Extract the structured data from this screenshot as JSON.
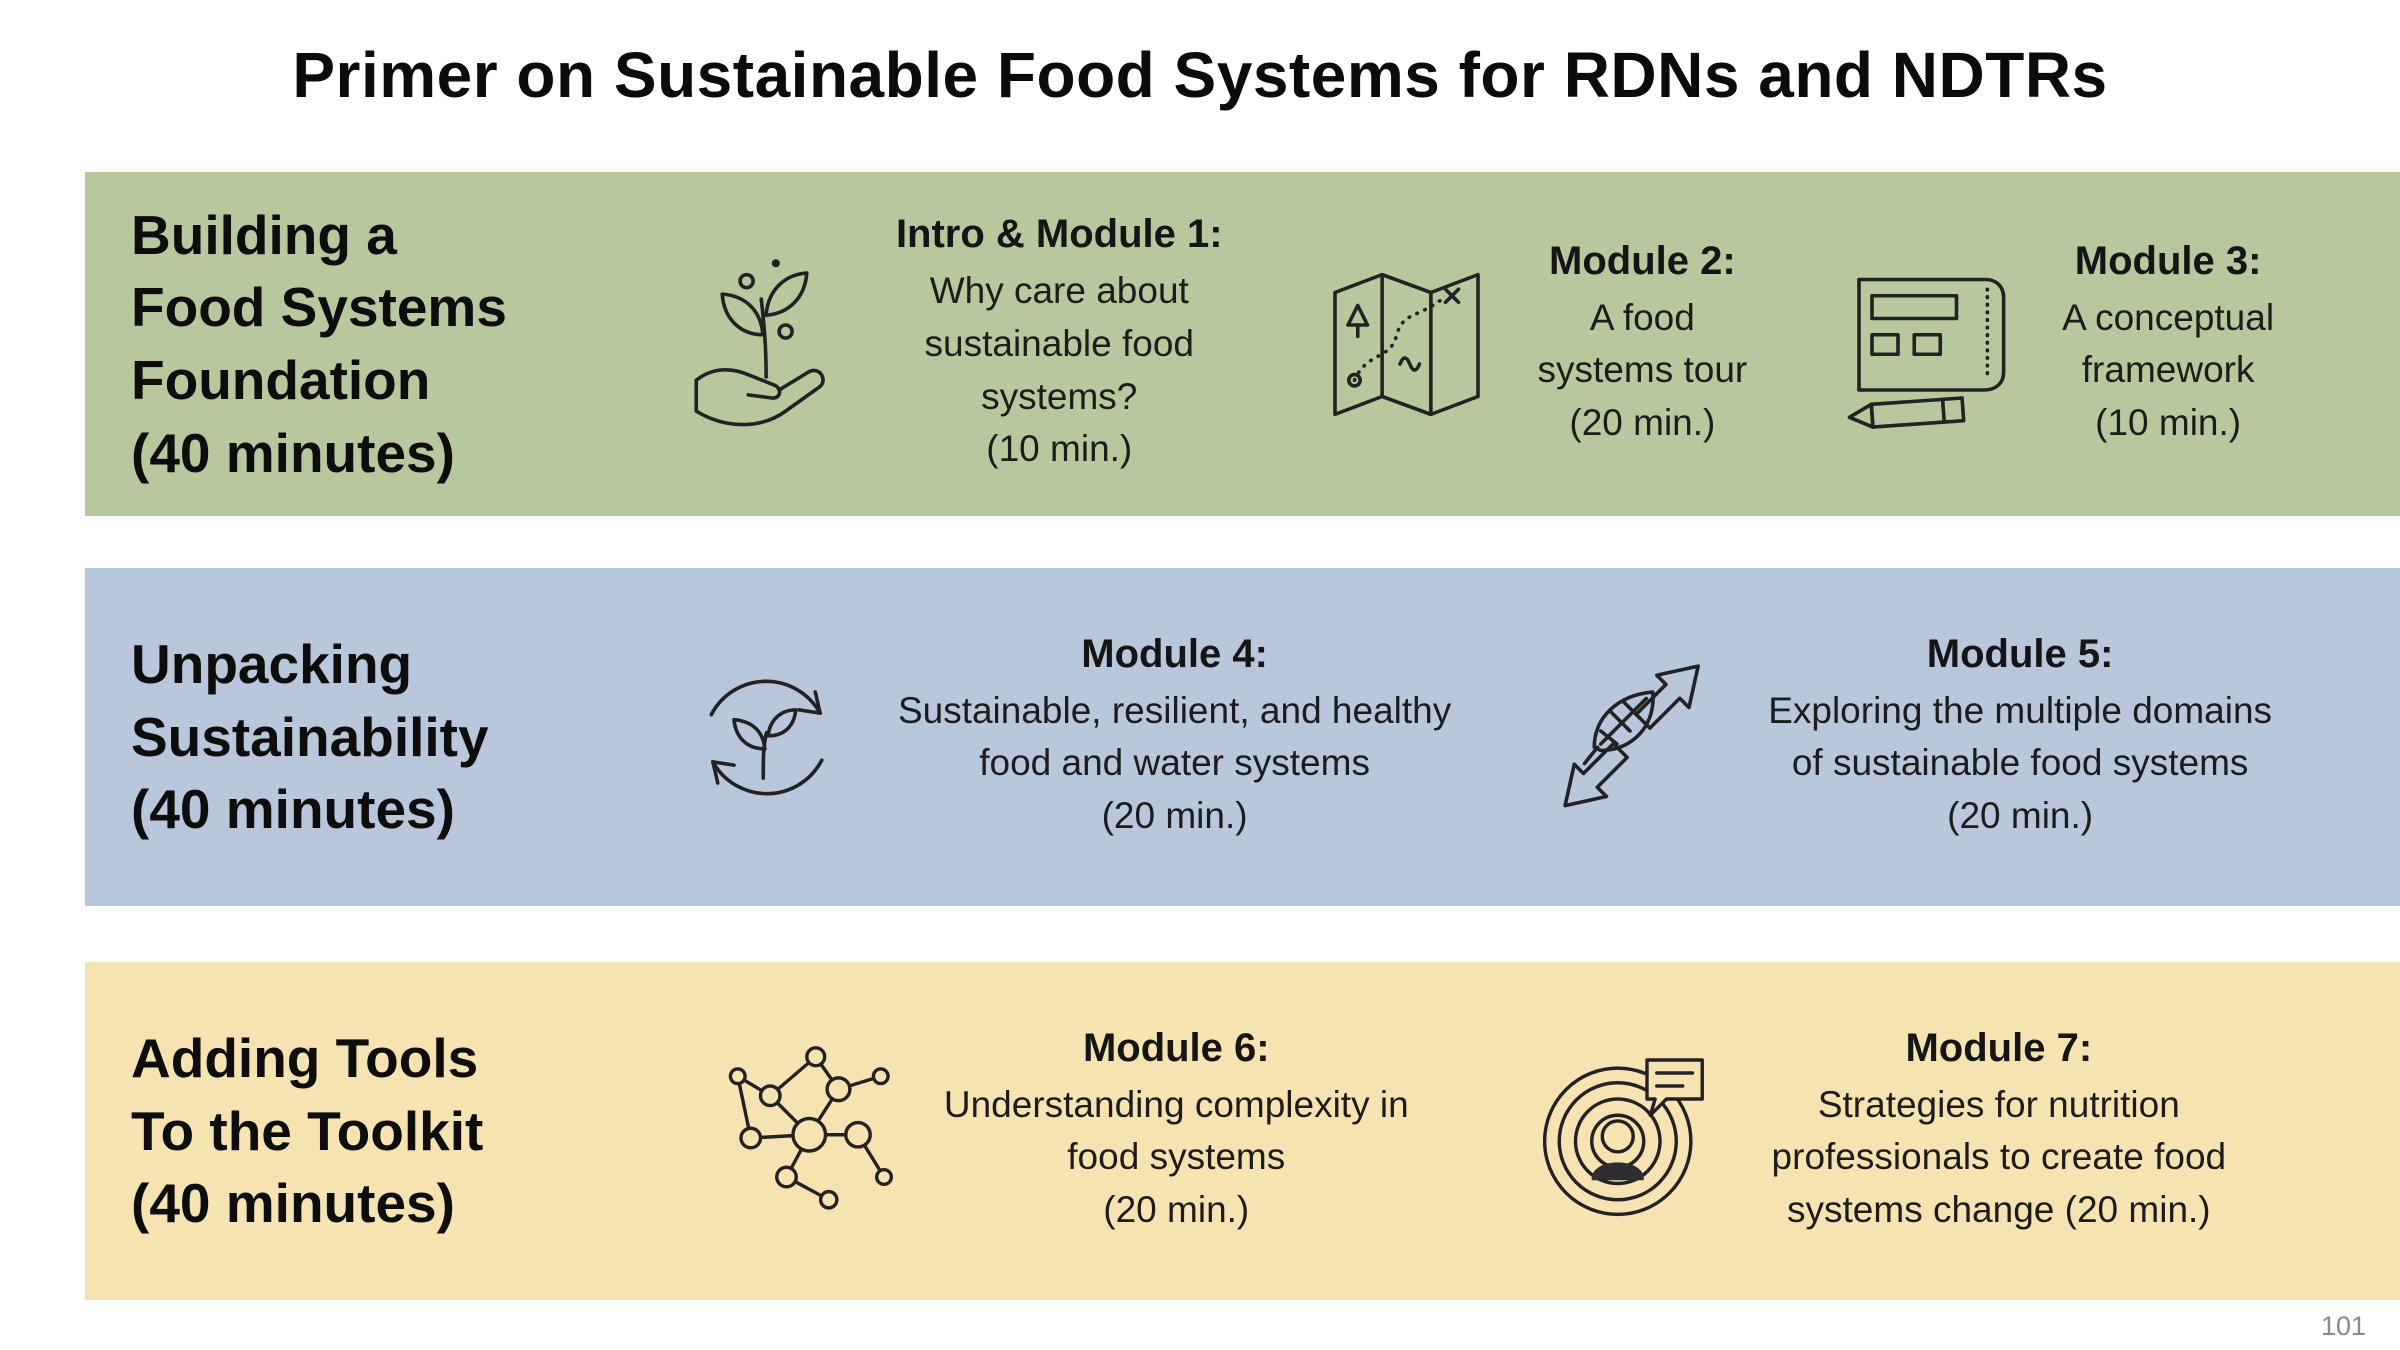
{
  "slide": {
    "title": "Primer on Sustainable Food Systems for RDNs and NDTRs",
    "page_number": "101",
    "sections": [
      {
        "title": "Building a\nFood Systems\nFoundation\n(40 minutes)",
        "bg": "#b7c89f",
        "modules": [
          {
            "icon": "hand-plant-icon",
            "heading": "Intro & Module 1:",
            "body": "Why care about\nsustainable food\nsystems?\n(10 min.)"
          },
          {
            "icon": "map-icon",
            "heading": "Module 2:",
            "body": "A food\nsystems tour\n(20 min.)"
          },
          {
            "icon": "scroll-framework-icon",
            "heading": "Module 3:",
            "body": "A conceptual\nframework\n(10 min.)"
          }
        ]
      },
      {
        "title": "Unpacking\nSustainability\n(40 minutes)",
        "bg": "#b9c7db",
        "modules": [
          {
            "icon": "cycle-leaves-icon",
            "heading": "Module 4:",
            "body": "Sustainable, resilient, and healthy\nfood and water systems\n(20 min.)"
          },
          {
            "icon": "leaf-exchange-arrows-icon",
            "heading": "Module 5:",
            "body": "Exploring the multiple domains\nof sustainable food systems\n(20 min.)"
          }
        ]
      },
      {
        "title": "Adding Tools\nTo the Toolkit\n(40 minutes)",
        "bg": "#f6e3b2",
        "modules": [
          {
            "icon": "network-nodes-icon",
            "heading": "Module 6:",
            "body": "Understanding complexity in\nfood systems\n(20 min.)"
          },
          {
            "icon": "outreach-broadcast-icon",
            "heading": "Module 7:",
            "body": "Strategies for nutrition\nprofessionals to create food\nsystems change (20 min.)"
          }
        ]
      }
    ]
  }
}
